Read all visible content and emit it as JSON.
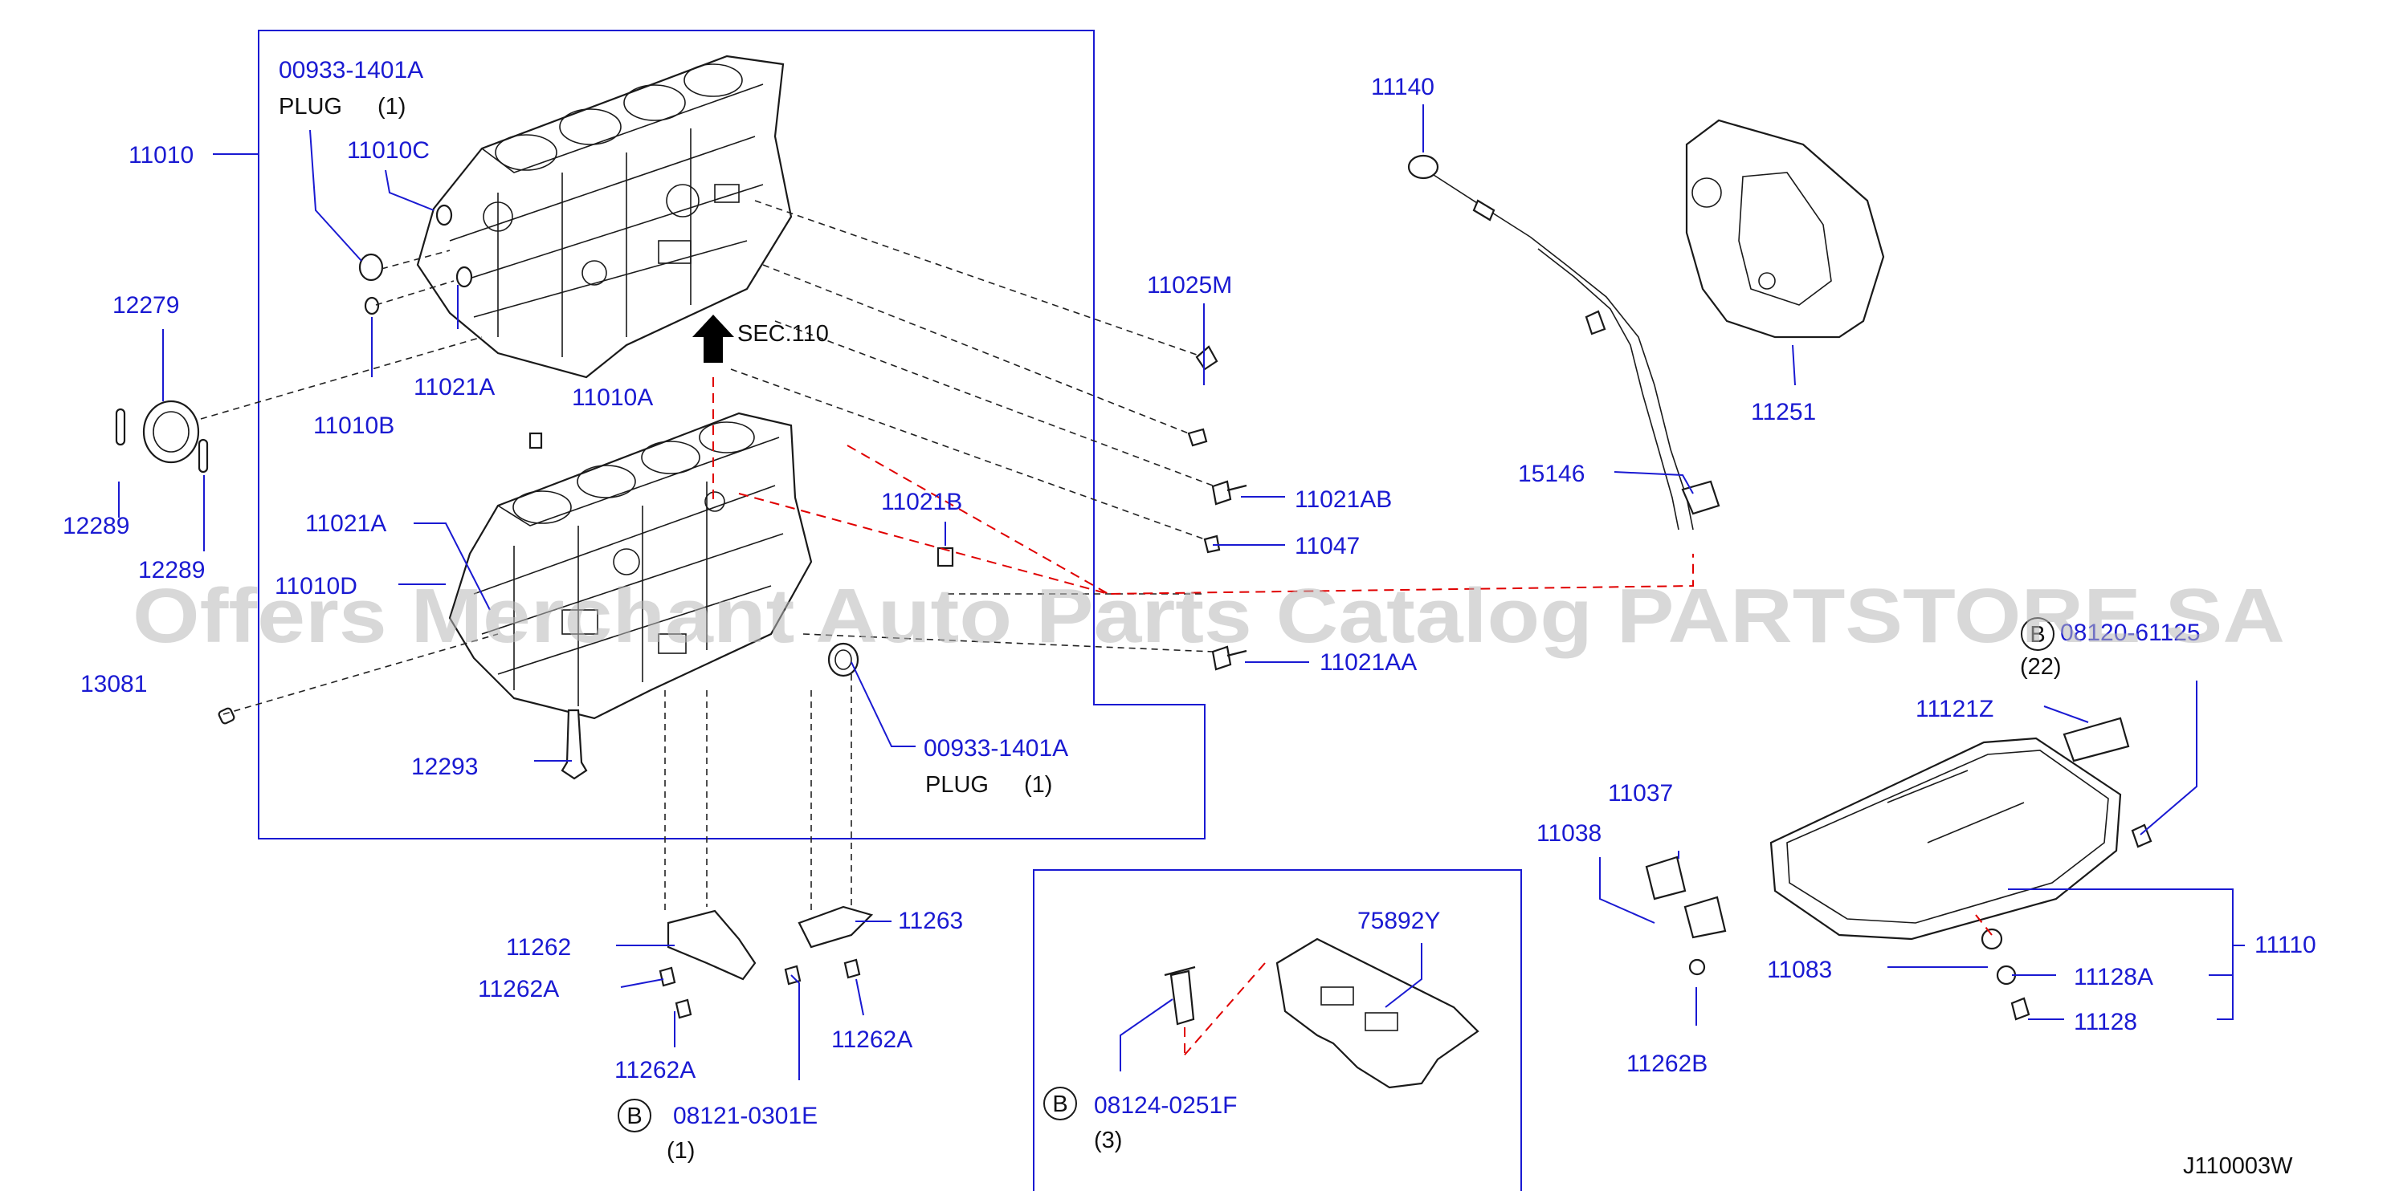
{
  "labels": {
    "p00933_top": "00933-1401A",
    "plug_top": "PLUG",
    "plug_top_qty": "(1)",
    "p11010": "11010",
    "p11010C": "11010C",
    "p12279": "12279",
    "p11021A_top": "11021A",
    "p11010B": "11010B",
    "p11010A": "11010A",
    "p12289_left": "12289",
    "p12289_right": "12289",
    "p11021A_mid": "11021A",
    "p11010D": "11010D",
    "p13081": "13081",
    "p12293": "12293",
    "p00933_bottom": "00933-1401A",
    "plug_bottom": "PLUG",
    "plug_bottom_qty": "(1)",
    "p11021B": "11021B",
    "sec": "SEC.110",
    "p11025M": "11025M",
    "p11021AB": "11021AB",
    "p11047": "11047",
    "p11021AA": "11021AA",
    "p11140": "11140",
    "p15146": "15146",
    "p11251": "11251",
    "p08120": "08120-61125",
    "p08120_qty": "(22)",
    "p11121Z": "11121Z",
    "p11037": "11037",
    "p11038": "11038",
    "p11083": "11083",
    "p11128A": "11128A",
    "p11110": "11110",
    "p11128": "11128",
    "p11262B": "11262B",
    "p11262": "11262",
    "p11263": "11263",
    "p11262A_left": "11262A",
    "p11262A_bottom": "11262A",
    "p11262A_right": "11262A",
    "p08121": "08121-0301E",
    "p08121_qty": "(1)",
    "p75892Y": "75892Y",
    "p08124": "08124-0251F",
    "p08124_qty": "(3)",
    "circle_b1": "B",
    "circle_b2": "B",
    "circle_b3": "B",
    "figure_code": "J110003W"
  },
  "watermark": "Offers Merchant Auto Parts Catalog PARTSTORE SA",
  "colors": {
    "part_number": "#1a1ad2",
    "leader_line": "#1a1ad2",
    "reference_line": "#e00000",
    "watermark": "#b9b9b9"
  }
}
